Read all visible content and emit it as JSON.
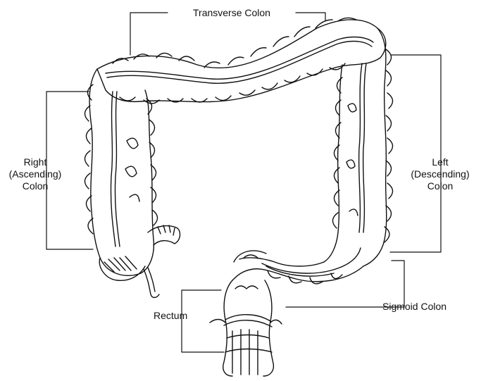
{
  "labels": {
    "transverse": "Transverse Colon",
    "right_l1": "Right",
    "right_l2": "(Ascending)",
    "right_l3": "Colon",
    "left_l1": "Left",
    "left_l2": "(Descending)",
    "left_l3": "Colon",
    "rectum": "Rectum",
    "sigmoid": "Sigmoid Colon"
  },
  "colors": {
    "ink": "#111111",
    "background": "#ffffff"
  }
}
